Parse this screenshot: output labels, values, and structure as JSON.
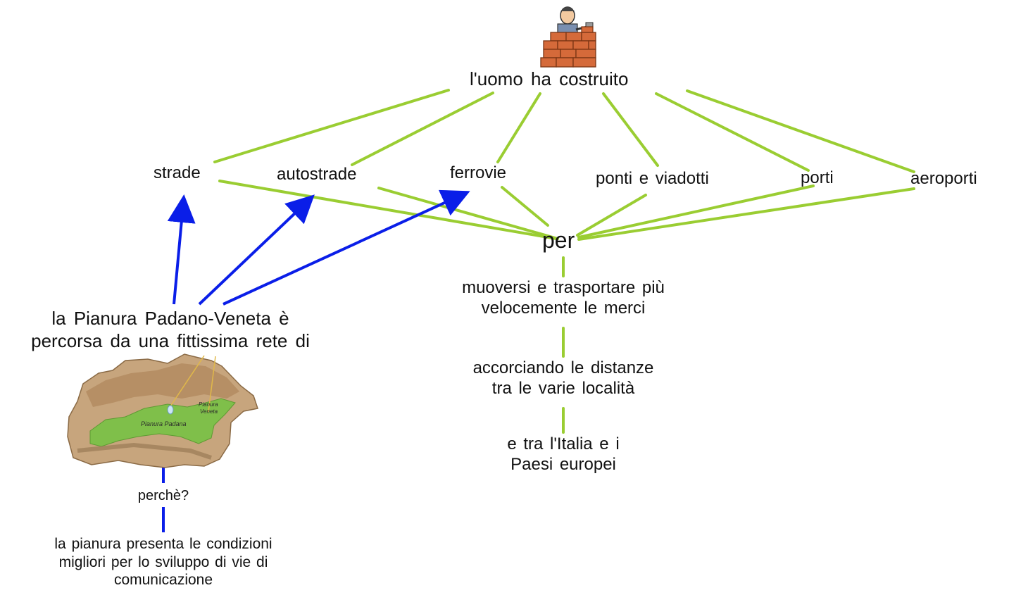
{
  "colors": {
    "link_green": "#9ACD32",
    "arrow_blue": "#0a1ee8"
  },
  "nodes": {
    "costruito": "l'uomo ha costruito",
    "strade": "strade",
    "autostrade": "autostrade",
    "ferrovie": "ferrovie",
    "ponti": "ponti e viadotti",
    "porti": "porti",
    "aeroporti": "aeroporti",
    "per": "per",
    "muoversi": "muoversi e trasportare più\nvelocemente le merci",
    "accorciando": "accorciando le distanze\ntra le varie località",
    "italia": "e tra l'Italia e i\nPaesi europei",
    "pianura": "la Pianura Padano-Veneta è\npercorsa da una fittissima rete di",
    "perche": "perchè?",
    "condizioni": "la pianura presenta le condizioni\nmigliori per lo sviluppo di vie di\ncomunicazione"
  },
  "map_labels": {
    "padana": "Pianura Padana",
    "veneta": "Pianura\nVeneta"
  },
  "icons": {
    "builder": "builder-wall-icon",
    "map": "northern-italy-map"
  }
}
